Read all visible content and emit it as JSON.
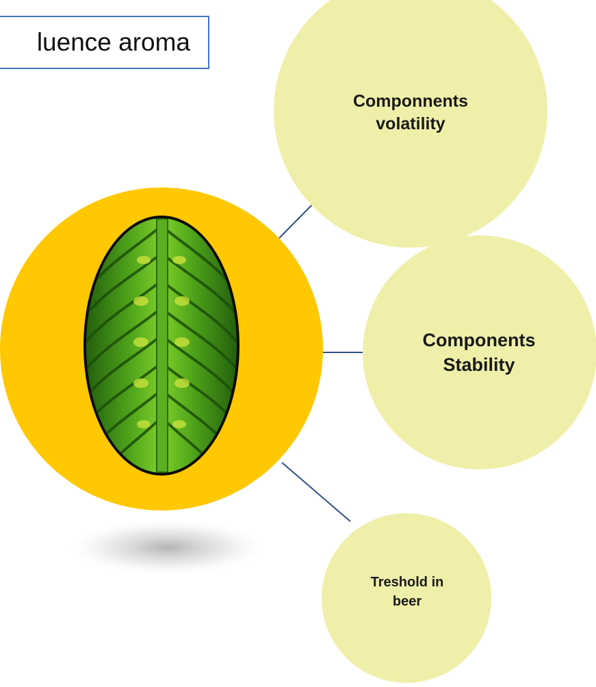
{
  "title": "luence aroma",
  "colors": {
    "hub": "#ffc800",
    "bubble": "#efefaa",
    "connector": "#2f4f8a",
    "title_border": "#4472c4",
    "hop_dark": "#2f6e10",
    "hop_light": "#6cc21b"
  },
  "hub": {
    "image": "hop-cone-cross-section"
  },
  "bubbles": [
    {
      "label": "Componnents\nvolatility"
    },
    {
      "label": "Components\nStability"
    },
    {
      "label": "Treshold in\nbeer"
    }
  ]
}
